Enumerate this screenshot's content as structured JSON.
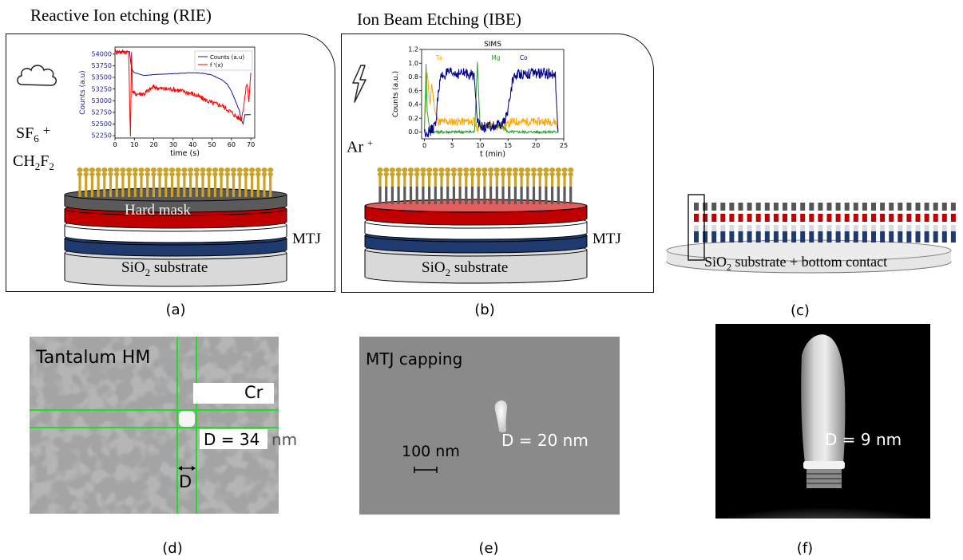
{
  "panel_a": {
    "title": "Reactive Ion etching (RIE)",
    "gas_line1": "SF",
    "gas_sub1": "6",
    "gas_plus": "+",
    "gas_line2a": "CH",
    "gas_sub2a": "2",
    "gas_line2b": "F",
    "gas_sub2b": "2",
    "hard_mask": "Hard  mask",
    "mtj": "MTJ",
    "substrate_pre": "SiO",
    "substrate_sub": "2",
    "substrate_post": " substrate",
    "caption": "(a)",
    "icon": "cloud-icon"
  },
  "panel_b": {
    "title": "Ion Beam Etching (IBE)",
    "ion_text": "Ar",
    "ion_sup": "+",
    "mtj": "MTJ",
    "substrate_pre": "SiO",
    "substrate_sub": "2",
    "substrate_post": " substrate",
    "caption": "(b)",
    "icon": "lightning-icon"
  },
  "panel_c": {
    "substrate_pre": "SiO",
    "substrate_sub": "2",
    "substrate_post": " substrate + bottom contact",
    "caption": "(c)"
  },
  "panel_d": {
    "label": "Tantalum HM",
    "material": "Cr",
    "diameter": "D = 34",
    "unit": "nm",
    "d_label": "D",
    "caption": "(d)"
  },
  "panel_e": {
    "label": "MTJ capping",
    "scale": "100 nm",
    "diameter": "D = 20 nm",
    "caption": "(e)"
  },
  "panel_f": {
    "diameter": "D = 9 nm",
    "caption": "(f)"
  },
  "colors": {
    "hard_mask": "#5a5a5a",
    "red_layer": "#c00000",
    "blue_layer": "#1f3a6e",
    "substrate": "#d9d9d9",
    "pillar_gold": "#c9a227",
    "counts_line": "#1a1aa0",
    "derivative_line": "#ff0000",
    "ta_line": "#ffa500",
    "mg_line": "#2ca02c",
    "co_line": "#00008b"
  },
  "chart_data": [
    {
      "type": "line",
      "title": "",
      "xlabel": "time (s)",
      "ylabel": "Counts (a.u)",
      "xticks": [
        "0",
        "10",
        "20",
        "30",
        "40",
        "50",
        "60",
        "70"
      ],
      "yticks": [
        "52250",
        "52500",
        "52750",
        "53000",
        "53250",
        "53500",
        "53750",
        "54000"
      ],
      "xlim": [
        0,
        72
      ],
      "ylim": [
        52200,
        54150
      ],
      "series": [
        {
          "name": "Counts (a.u)",
          "color": "#1a1aa0",
          "x": [
            0,
            7.5,
            8.2,
            9,
            10,
            15,
            20,
            30,
            40,
            45,
            50,
            55,
            58,
            60,
            62,
            64,
            65,
            66,
            67,
            68,
            69,
            70
          ],
          "y": [
            54050,
            54050,
            53800,
            53650,
            53600,
            53540,
            53560,
            53580,
            53600,
            53590,
            53550,
            53450,
            53350,
            53200,
            53000,
            52800,
            52600,
            52500,
            52700,
            52700,
            52700,
            52700
          ]
        },
        {
          "name": "f '(x)",
          "color": "#ff0000",
          "x": [
            0,
            7,
            8,
            8.5,
            9,
            10,
            15,
            20,
            25,
            30,
            35,
            40,
            45,
            50,
            55,
            60,
            63,
            65,
            66,
            67,
            68,
            69,
            70
          ],
          "y": [
            54050,
            54050,
            52200,
            54100,
            53200,
            53150,
            53150,
            53300,
            53250,
            53250,
            53200,
            53150,
            53050,
            52950,
            52900,
            52750,
            52650,
            52600,
            52800,
            53100,
            53400,
            53000,
            53600
          ]
        }
      ]
    },
    {
      "type": "line",
      "title": "SIMS",
      "xlabel": "t (min)",
      "ylabel": "Counts (a.u.)",
      "xticks": [
        "0",
        "5",
        "10",
        "15",
        "20",
        "25"
      ],
      "yticks": [
        "0.0",
        "0.2",
        "0.4",
        "0.6",
        "0.8",
        "1.0",
        "1.2"
      ],
      "xlim": [
        -0.5,
        25
      ],
      "ylim": [
        -0.1,
        1.2
      ],
      "annotations": [
        "Ta",
        "Mg",
        "Co"
      ],
      "series": [
        {
          "name": "Ta",
          "color": "#ffa500",
          "x": [
            0,
            0.5,
            1,
            1.3,
            2,
            2.5,
            3,
            4,
            6,
            8,
            9,
            9.5,
            10,
            12,
            14,
            15,
            15.5,
            16,
            18,
            20,
            22,
            23.5,
            24
          ],
          "y": [
            0.05,
            0.9,
            0.35,
            0.7,
            0.25,
            0.15,
            0.15,
            0.15,
            0.15,
            0.15,
            0.15,
            0.05,
            0.07,
            0.08,
            0.08,
            0.1,
            0.15,
            0.15,
            0.15,
            0.15,
            0.15,
            0.15,
            0.0
          ]
        },
        {
          "name": "Mg",
          "color": "#2ca02c",
          "x": [
            0,
            0.3,
            0.5,
            1,
            2,
            5,
            8,
            9,
            9.5,
            10,
            12,
            14,
            15,
            15.5,
            16,
            20,
            24
          ],
          "y": [
            0.0,
            1.0,
            0.3,
            0.02,
            0.0,
            0.0,
            0.0,
            0.0,
            1.0,
            0.08,
            0.08,
            0.08,
            0.0,
            0.0,
            0.0,
            0.0,
            0.0
          ]
        },
        {
          "name": "Co",
          "color": "#00008b",
          "x": [
            0,
            1,
            2,
            2.5,
            3,
            4,
            6,
            8,
            9,
            9.5,
            10,
            12,
            14,
            15,
            15.5,
            16,
            17,
            20,
            23,
            23.5,
            24
          ],
          "y": [
            0.0,
            0.0,
            0.1,
            0.6,
            0.8,
            0.85,
            0.85,
            0.85,
            0.8,
            0.2,
            0.07,
            0.07,
            0.1,
            0.3,
            0.6,
            0.8,
            0.85,
            0.85,
            0.85,
            0.8,
            0.0
          ]
        }
      ]
    }
  ]
}
